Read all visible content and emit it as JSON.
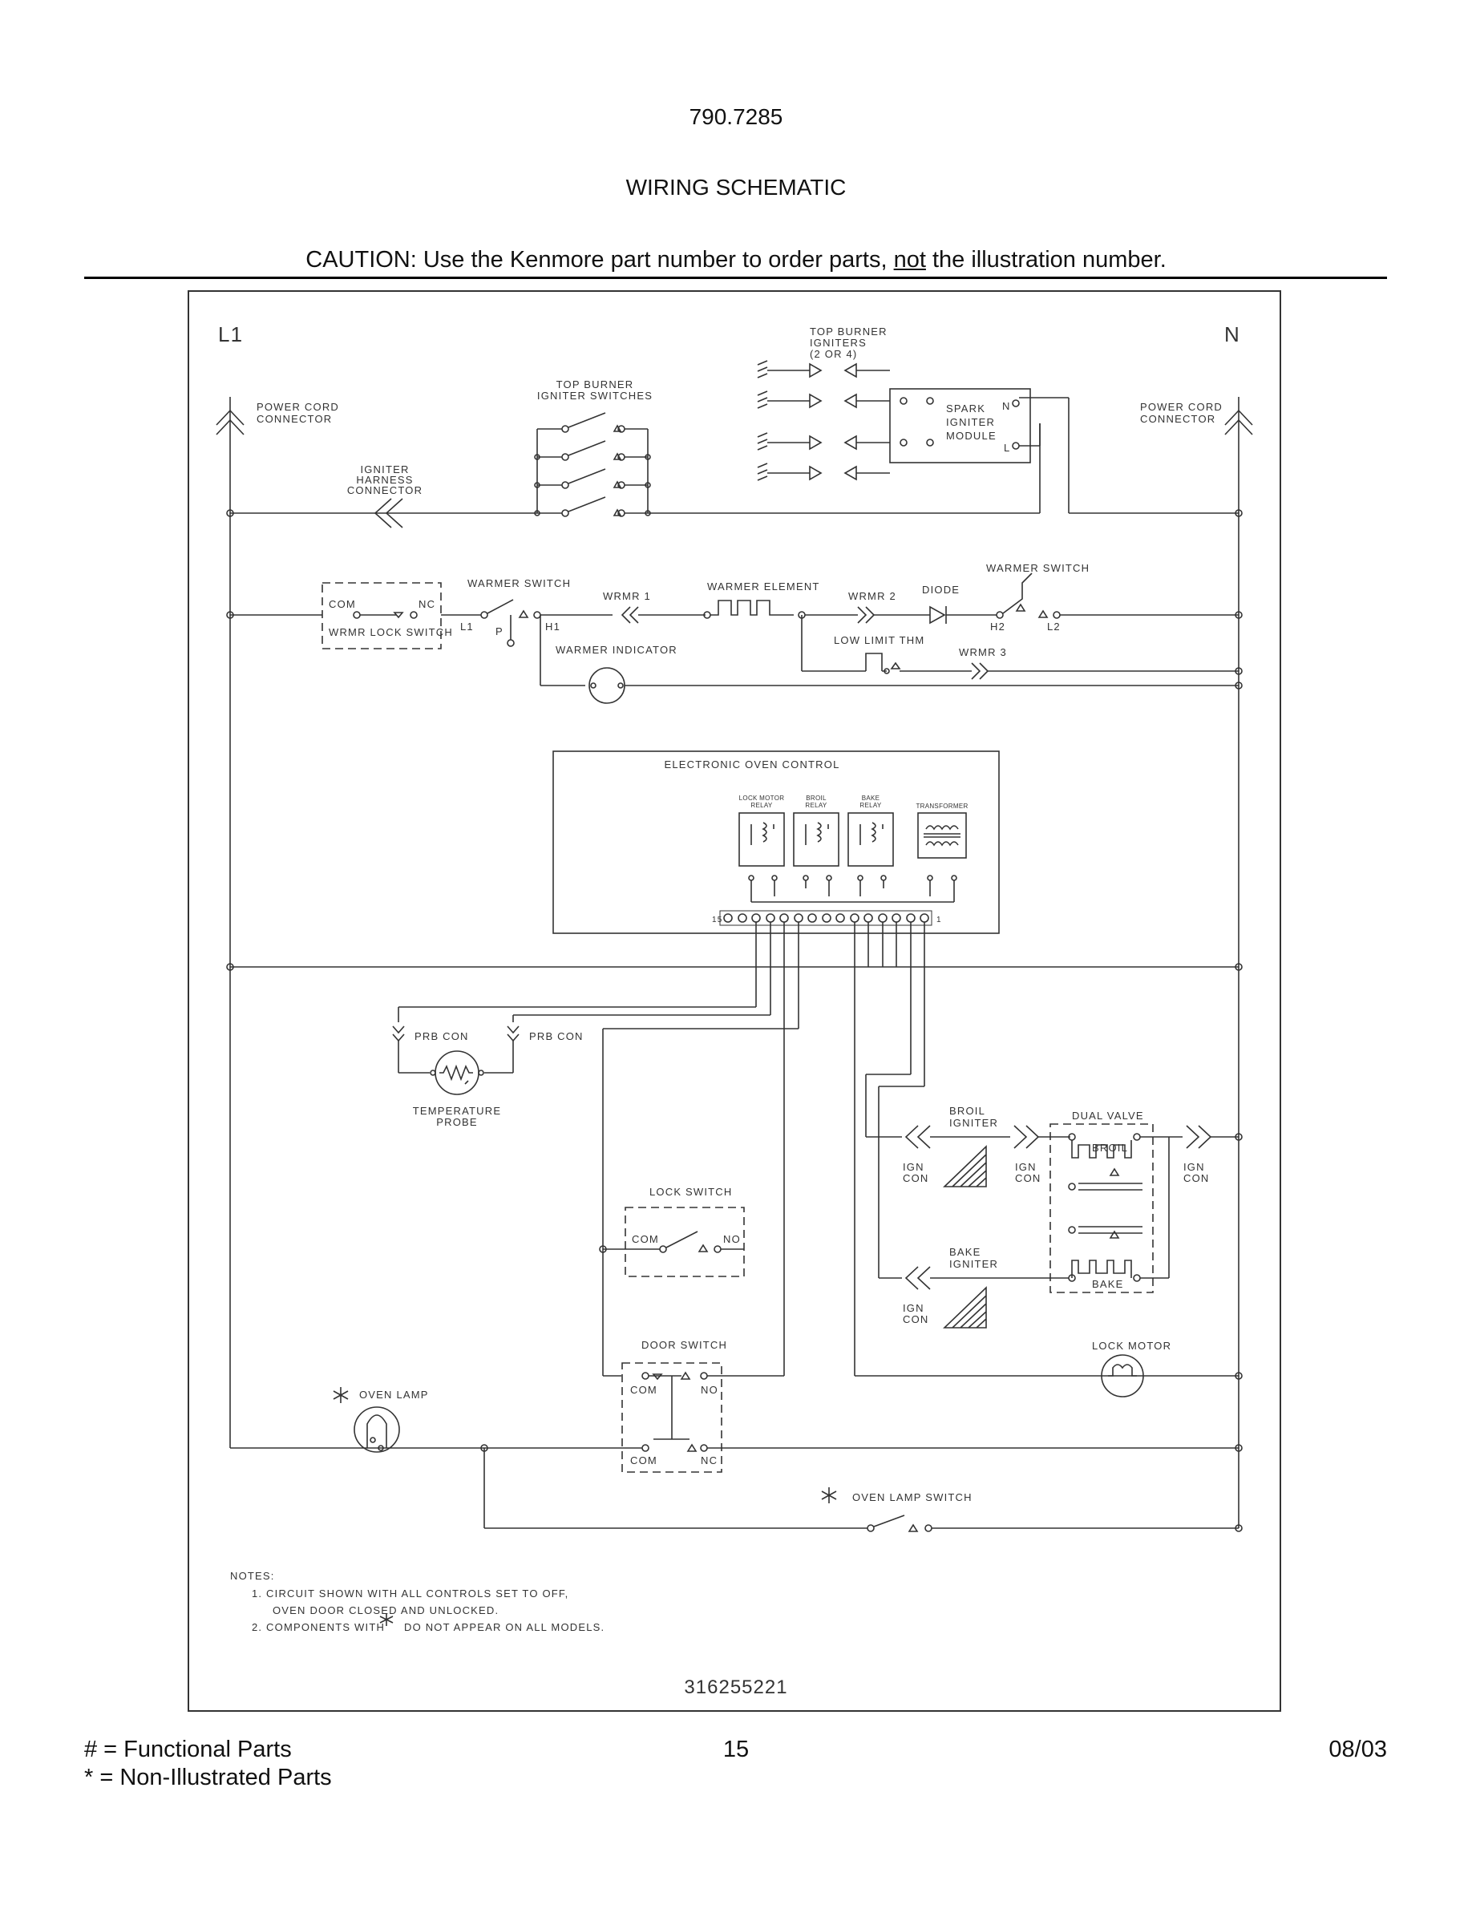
{
  "page": {
    "model_number": "790.7285",
    "title": "WIRING SCHEMATIC",
    "caution": {
      "prefix": "CAUTION: Use the Kenmore part number to order parts, ",
      "emphasis": "not",
      "suffix": " the illustration number."
    },
    "footer": {
      "functional_parts": "#  =  Functional Parts",
      "non_illustrated_parts": "*   =  Non-Illustrated Parts",
      "page_number": "15",
      "date": "08/03"
    }
  },
  "schematic": {
    "rail_l1": "L1",
    "rail_n": "N",
    "power_cord_connector_left": [
      "POWER CORD",
      "CONNECTOR"
    ],
    "power_cord_connector_right": [
      "POWER CORD",
      "CONNECTOR"
    ],
    "igniter_harness_connector": [
      "IGNITER",
      "HARNESS",
      "CONNECTOR"
    ],
    "top_burner_igniter_switches": [
      "TOP BURNER",
      "IGNITER SWITCHES"
    ],
    "top_burner_igniters": [
      "TOP BURNER",
      "IGNITERS",
      "(2 OR 4)"
    ],
    "spark_igniter_module": [
      "SPARK",
      "IGNITER",
      "MODULE"
    ],
    "module_n": "N",
    "module_l": "L",
    "wrmr_lock_switch": "WRMR LOCK SWITCH",
    "com": "COM",
    "nc": "NC",
    "no": "NO",
    "warmer_switch_left": "WARMER SWITCH",
    "l1": "L1",
    "p": "P",
    "h1": "H1",
    "wrmr1": "WRMR 1",
    "warmer_element": "WARMER ELEMENT",
    "wrmr2": "WRMR 2",
    "diode": "DIODE",
    "warmer_switch_right": "WARMER SWITCH",
    "h2": "H2",
    "l2": "L2",
    "low_limit_thm": "LOW LIMIT THM",
    "wrmr3": "WRMR 3",
    "warmer_indicator": "WARMER INDICATOR",
    "electronic_oven_control": "ELECTRONIC OVEN CONTROL",
    "lock_motor_relay": [
      "LOCK MOTOR",
      "RELAY"
    ],
    "broil_relay": [
      "BROIL",
      "RELAY"
    ],
    "bake_relay": [
      "BAKE",
      "RELAY"
    ],
    "transformer": "TRANSFORMER",
    "terminal_left": "15",
    "terminal_right": "1",
    "prb_con": "PRB CON",
    "temperature_probe": [
      "TEMPERATURE",
      "PROBE"
    ],
    "broil_igniter": [
      "BROIL",
      "IGNITER"
    ],
    "bake_igniter": [
      "BAKE",
      "IGNITER"
    ],
    "dual_valve": "DUAL VALVE",
    "broil": "BROIL",
    "bake": "BAKE",
    "ign_con": [
      "IGN",
      "CON"
    ],
    "lock_switch": "LOCK SWITCH",
    "door_switch": "DOOR SWITCH",
    "lock_motor": "LOCK MOTOR",
    "oven_lamp": "OVEN LAMP",
    "oven_lamp_switch": "OVEN LAMP SWITCH",
    "notes": {
      "heading": "NOTES:",
      "n1a": "1.  CIRCUIT SHOWN WITH ALL CONTROLS SET TO OFF,",
      "n1b": "OVEN DOOR CLOSED AND UNLOCKED.",
      "n2a": "2.  COMPONENTS WITH",
      "n2b": "DO NOT APPEAR ON ALL MODELS."
    },
    "drawing_number": "316255221"
  }
}
